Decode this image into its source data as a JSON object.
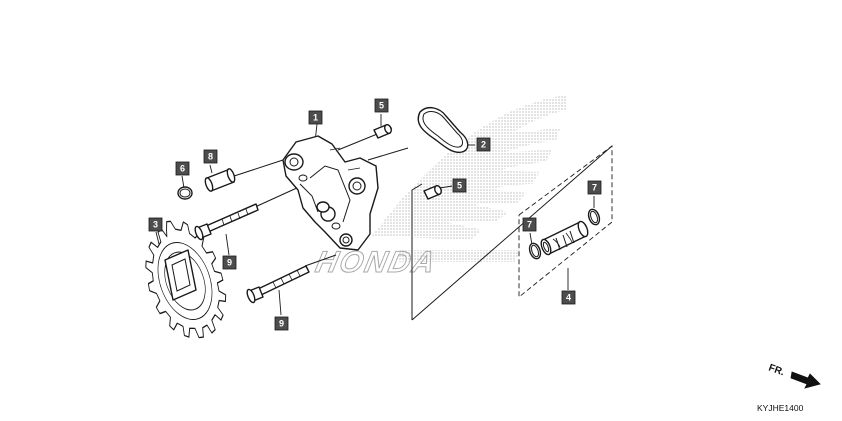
{
  "callouts": [
    {
      "id": "c1",
      "label": "1"
    },
    {
      "id": "c2",
      "label": "2"
    },
    {
      "id": "c3",
      "label": "3"
    },
    {
      "id": "c4",
      "label": "4"
    },
    {
      "id": "c5a",
      "label": "5"
    },
    {
      "id": "c5b",
      "label": "5"
    },
    {
      "id": "c6",
      "label": "6"
    },
    {
      "id": "c7a",
      "label": "7"
    },
    {
      "id": "c7b",
      "label": "7"
    },
    {
      "id": "c8",
      "label": "8"
    },
    {
      "id": "c9a",
      "label": "9"
    },
    {
      "id": "c9b",
      "label": "9"
    }
  ],
  "direction_label": "FR.",
  "diagram_code": "KYJHE1400",
  "watermark_text": "HONDA",
  "icons": {
    "direction": "arrow-right-icon",
    "watermark": "wing-logo-icon"
  }
}
